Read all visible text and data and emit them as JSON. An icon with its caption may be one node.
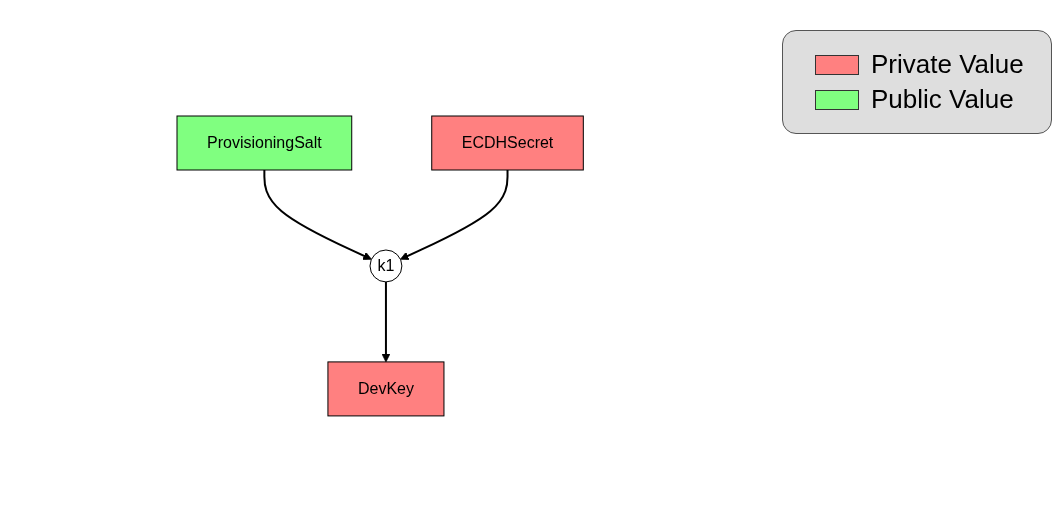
{
  "diagram": {
    "nodes": [
      {
        "text": [
          "ProvisioningSalt"
        ]
      },
      {
        "text": [
          "k1"
        ]
      },
      {
        "text": [
          "ECDHSecret"
        ]
      },
      {
        "text": [
          "DevKey"
        ]
      }
    ],
    "edges": [
      {
        "from": 0,
        "to": 1,
        "arrow": "to"
      },
      {
        "from": 2,
        "to": 1,
        "arrow": "to"
      },
      {
        "from": 1,
        "to": 3,
        "arrow": "to"
      }
    ],
    "legend": [
      {
        "text": "Private Value",
        "color": "#ff8080"
      },
      {
        "text": "Public Value",
        "color": "#80ff80"
      }
    ]
  }
}
